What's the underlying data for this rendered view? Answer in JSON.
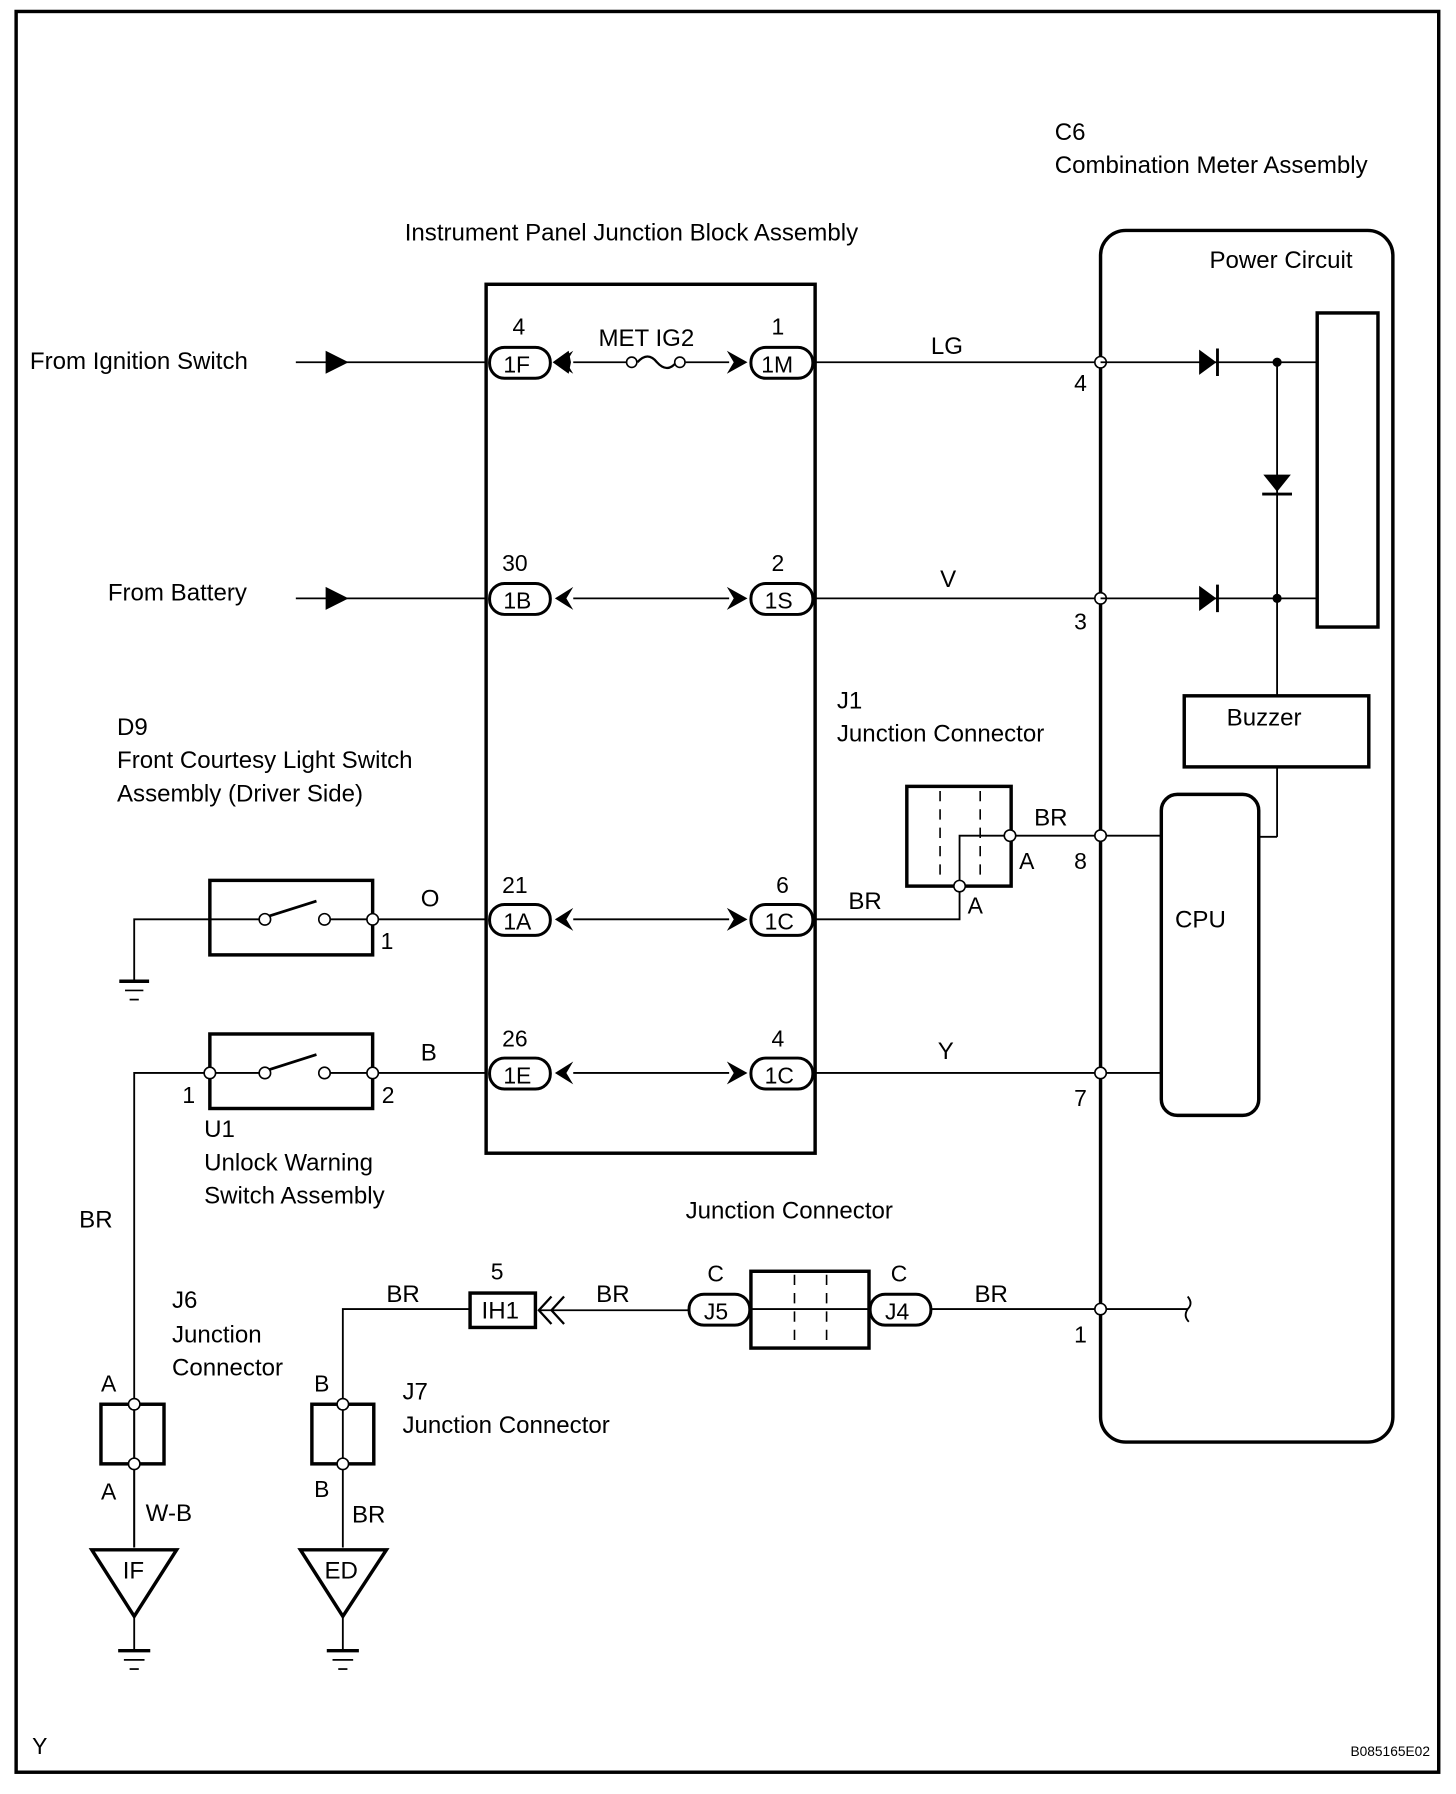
{
  "diagram": {
    "type": "wiring-diagram",
    "components": {
      "jb": {
        "title": "Instrument Panel Junction Block Assembly",
        "fuse": "MET IG2"
      },
      "meter": {
        "code": "C6",
        "title": "Combination Meter Assembly",
        "power_circuit": "Power Circuit",
        "buzzer": "Buzzer",
        "cpu": "CPU"
      },
      "d9": {
        "code": "D9",
        "title_line1": "Front Courtesy Light Switch",
        "title_line2": "Assembly (Driver Side)"
      },
      "u1": {
        "code": "U1",
        "title_line1": "Unlock Warning",
        "title_line2": "Switch Assembly"
      },
      "j1": {
        "code": "J1",
        "title": "Junction Connector"
      },
      "jc": {
        "title": "Junction Connector"
      },
      "j6": {
        "code": "J6",
        "title_line1": "Junction",
        "title_line2": "Connector"
      },
      "j7": {
        "code": "J7",
        "title": "Junction Connector"
      }
    },
    "sources": {
      "ignition": "From Ignition Switch",
      "battery": "From Battery"
    },
    "jb_pins": {
      "r1_left_num": "4",
      "r1_left": "1F",
      "r1_right_num": "1",
      "r1_right": "1M",
      "r2_left_num": "30",
      "r2_left": "1B",
      "r2_right_num": "2",
      "r2_right": "1S",
      "r3_left_num": "21",
      "r3_left": "1A",
      "r3_right_num": "6",
      "r3_right": "1C",
      "r4_left_num": "26",
      "r4_left": "1E",
      "r4_right_num": "4",
      "r4_right": "1C"
    },
    "wire_colors": {
      "lg": "LG",
      "v": "V",
      "o": "O",
      "b": "B",
      "br_j1_in": "BR",
      "br_j1_out": "BR",
      "y": "Y",
      "br_u1": "BR",
      "wb": "W-B",
      "br_j7_top": "BR",
      "br_ih1": "BR",
      "br_j4": "BR",
      "br_ed": "BR"
    },
    "meter_pins": {
      "p4": "4",
      "p3": "3",
      "p8": "8",
      "p7": "7",
      "p1": "1"
    },
    "switch_pins": {
      "d9_1": "1",
      "u1_1": "1",
      "u1_2": "2"
    },
    "j1_pins": {
      "right": "A",
      "bottom": "A"
    },
    "jc_pins": {
      "j5_pin": "C",
      "j5": "J5",
      "j4_pin": "C",
      "j4": "J4"
    },
    "ih1": {
      "pin": "5",
      "label": "IH1"
    },
    "j6_pins": {
      "top": "A",
      "bottom": "A"
    },
    "j7_pins": {
      "top": "B",
      "bottom": "B"
    },
    "grounds": {
      "if": "IF",
      "ed": "ED"
    },
    "footer": {
      "left": "Y",
      "ref": "B085165E02"
    }
  }
}
